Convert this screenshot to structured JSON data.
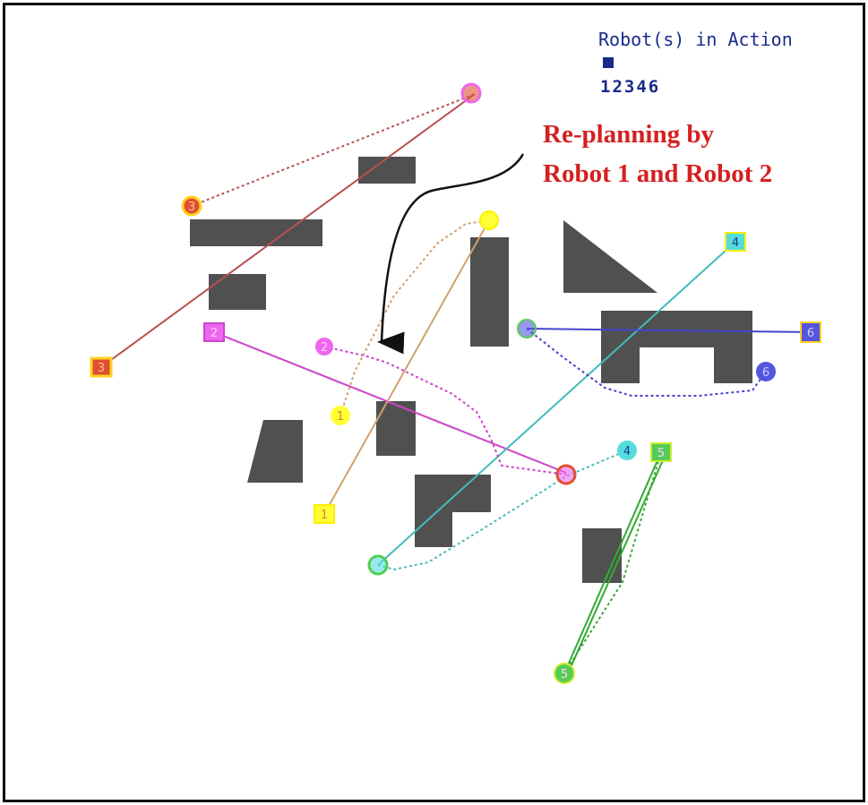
{
  "legend": {
    "title": "Robot(s) in Action",
    "ids": "12346",
    "swatch_color": "#1a2a8c"
  },
  "annotation": {
    "line1": "Re-planning by",
    "line2": "Robot 1 and Robot 2",
    "color": "#d42020"
  },
  "obstacle_color": "#505050",
  "robots": [
    {
      "id": "1",
      "color": "#ffff33",
      "line": "#d2a070",
      "start_label": "1",
      "goal_label": "1"
    },
    {
      "id": "2",
      "color": "#ee66ee",
      "line": "#cc44cc",
      "start_label": "2",
      "goal_label": "2"
    },
    {
      "id": "3",
      "color": "#e05030",
      "line": "#b85050",
      "start_label": "3",
      "goal_label": "3"
    },
    {
      "id": "4",
      "color": "#55dddd",
      "line": "#44bbbb",
      "start_label": "4",
      "goal_label": "4"
    },
    {
      "id": "5",
      "color": "#55cc55",
      "line": "#33aa33",
      "start_label": "5",
      "goal_label": "5"
    },
    {
      "id": "6",
      "color": "#5555dd",
      "line": "#4444cc",
      "start_label": "6",
      "goal_label": "6"
    }
  ]
}
